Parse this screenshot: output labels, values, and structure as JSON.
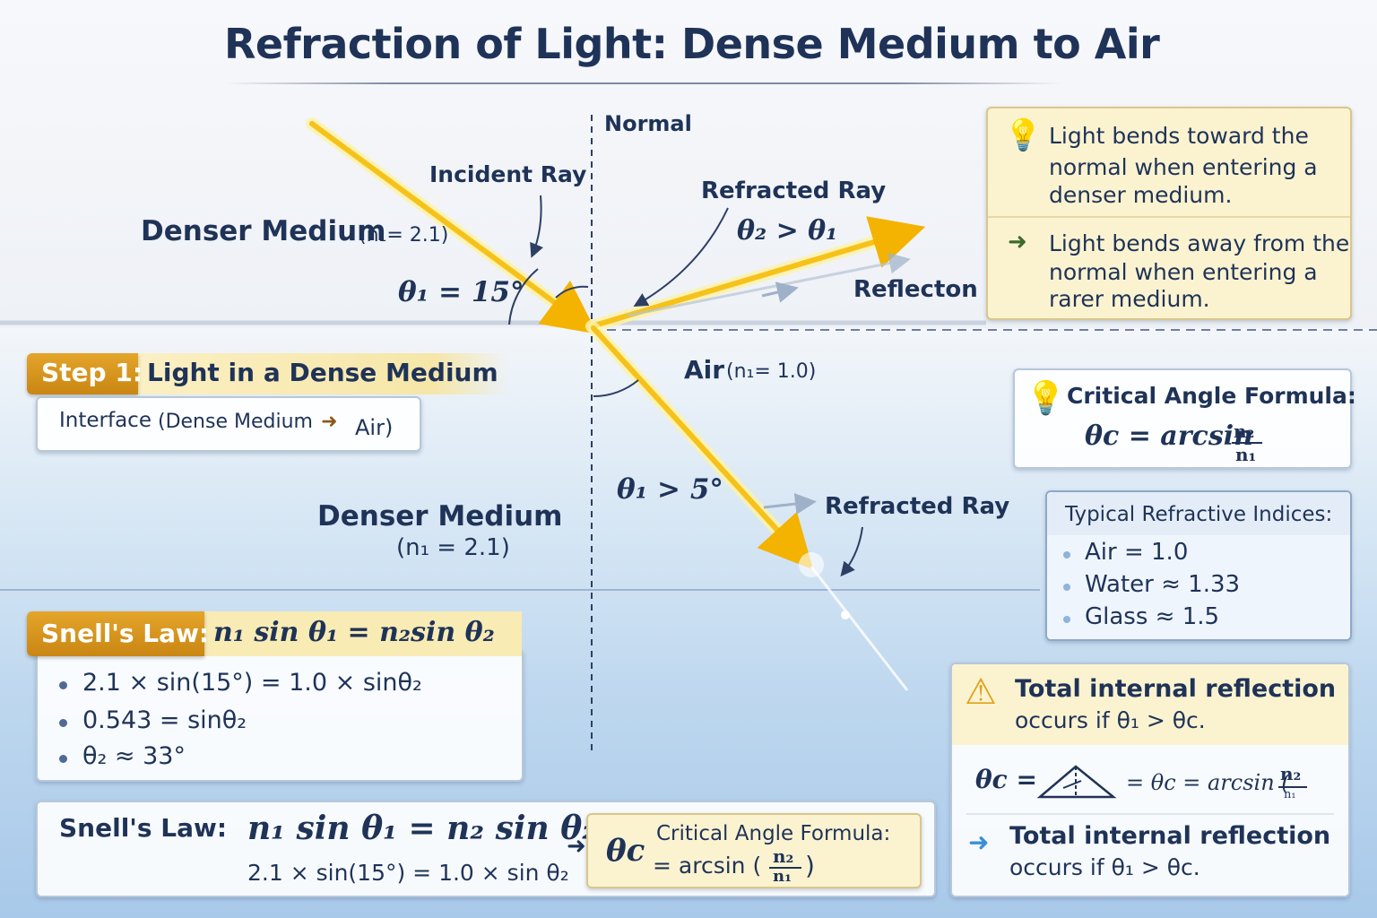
{
  "title": "Refraction of Light: Dense Medium to Air",
  "labels": {
    "normal": "Normal",
    "incident_ray": "Incident  Ray",
    "refracted_ray_top": "Refracted Ray",
    "theta_relation_top": "θ₂ > θ₁",
    "reflection": "Reflecton",
    "denser_medium_top": "Denser Medium",
    "denser_medium_top_index": "(n₁= 2.1)",
    "theta1_top": "θ₁ = 15°",
    "air": "Air",
    "air_index": "(n₁= 1.0)",
    "theta1_bottom": "θ₁ > 5°",
    "refracted_ray_bottom": "Refracted Ray",
    "denser_medium_mid": "Denser Medium",
    "denser_medium_mid_index": "(n₁ = 2.1)"
  },
  "tip_box": {
    "line1": "Light bends toward the",
    "line2": "normal when entering a",
    "line3": "denser medium.",
    "line4": "Light bends away from the",
    "line5": "normal when entering a",
    "line6": "rarer medium."
  },
  "step1": {
    "tag": "Step 1:",
    "title": "Light in a Dense Medium",
    "interface_prefix": "Interface",
    "interface_from": "(Dense Medium",
    "interface_to": "Air)"
  },
  "critical_box": {
    "title": "Critical Angle Formula:",
    "formula_lhs": "θc = arcsin",
    "num": "n₂",
    "den": "n₁"
  },
  "indices_box": {
    "title": "Typical Refractive Indices:",
    "items": [
      "Air = 1.0",
      "Water ≈ 1.33",
      "Glass ≈ 1.5"
    ]
  },
  "snell_box": {
    "tag": "Snell's Law:",
    "equation": "n₁ sin θ₁ = n₂sin θ₂",
    "steps": [
      "2.1 × sin(15°) = 1.0 × sinθ₂",
      "0.543 = sinθ₂",
      "θ₂ ≈ 33°"
    ]
  },
  "tir_box": {
    "line1": "Total internal reflection",
    "line2": "occurs if θ₁ > θc.",
    "formula_left": "θc =",
    "formula_mid": "= θc = arcsin (",
    "formula_num": "n₂",
    "formula_den": "n₁",
    "bottom_line1": "Total internal reflection",
    "bottom_line2": "occurs if θ₁ > θc."
  },
  "bottom_bar": {
    "label": "Snell's Law:",
    "equation": "n₁ sin θ₁ = n₂ sin θ₂",
    "substitution": "2.1 × sin(15°) = 1.0 × sin θ₂",
    "theta_c": "θc",
    "critical_title": "Critical Angle Formula:",
    "critical_formula": "= arcsin (",
    "critical_num": "n₂",
    "critical_den": "n₁",
    "critical_close": ")"
  },
  "colors": {
    "ray": "#f6c21a",
    "ray_glow": "#fff3a6",
    "title": "#1f3358",
    "accent_orange": "#d8961d",
    "cream": "#fbf3d0"
  }
}
